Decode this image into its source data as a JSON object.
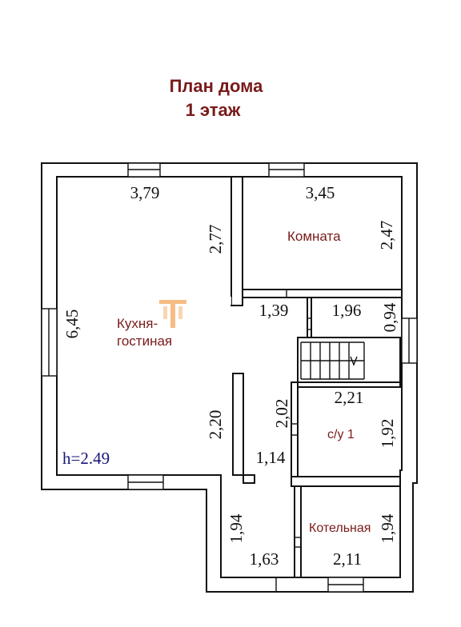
{
  "title": {
    "line1": "План дома",
    "line2": "1 этаж"
  },
  "rooms": {
    "kitchen_line1": "Кухня-",
    "kitchen_line2": "гостиная",
    "room": "Комната",
    "bathroom": "с/у 1",
    "boiler": "Котельная"
  },
  "ceiling_height": "h=2.49",
  "dimensions": {
    "kitchen_width": "3,79",
    "kitchen_length": "6,45",
    "kitchen_upper_wall": "2,77",
    "kitchen_lower_wall": "2,20",
    "room_width": "3,45",
    "room_depth": "2,47",
    "corridor_left": "1,39",
    "corridor_right": "1,96",
    "corridor_depth": "0,94",
    "hall_wall": "2,02",
    "hall_width": "1,14",
    "bath_width": "2,21",
    "bath_depth": "1,92",
    "vestibule_depth": "1,94",
    "vestibule_width": "1,63",
    "boiler_depth": "1,94",
    "boiler_width": "2,11"
  },
  "logo_letter": "T",
  "colors": {
    "title": "#7a1a1a",
    "room_labels": "#7a1a1a",
    "height_label": "#16167a",
    "walls": "#111111",
    "logo": "#f2a65a"
  }
}
